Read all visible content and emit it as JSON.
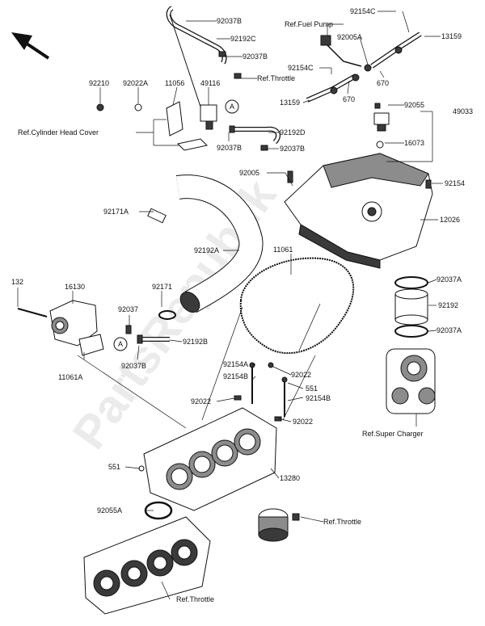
{
  "watermark": "PartsRepublik",
  "labels": {
    "p92037B_a": "92037B",
    "p92192C": "92192C",
    "p92037B_b": "92037B",
    "ref_throttle_1": "Ref.Throttle",
    "ref_fuel_pump": "Ref.Fuel Pump",
    "p92154C_a": "92154C",
    "p92005A": "92005A",
    "p13159_a": "13159",
    "p92154C_b": "92154C",
    "p670_a": "670",
    "p670_b": "670",
    "p13159_b": "13159",
    "p92210": "92210",
    "p92022A": "92022A",
    "p11056": "11056",
    "p49116": "49116",
    "ref_cyl_head": "Ref.Cylinder Head Cover",
    "p92037B_c": "92037B",
    "p92192D": "92192D",
    "p92037B_d": "92037B",
    "p92055": "92055",
    "p49033": "49033",
    "p16073": "16073",
    "p92005": "92005",
    "p92154": "92154",
    "p92171A": "92171A",
    "p12026": "12026",
    "p92192A": "92192A",
    "p11061": "11061",
    "p92037A_a": "92037A",
    "p132": "132",
    "p16130": "16130",
    "p92171": "92171",
    "p92192": "92192",
    "p92037": "92037",
    "p92037A_b": "92037A",
    "p92192B": "92192B",
    "p92037B_e": "92037B",
    "p11061A": "11061A",
    "p92154A": "92154A",
    "p92154B_a": "92154B",
    "p92022_a": "92022",
    "p551_a": "551",
    "p92022_b": "92022",
    "p92154B_b": "92154B",
    "p92022_c": "92022",
    "ref_super_charger": "Ref.Super Charger",
    "p551_b": "551",
    "p13280": "13280",
    "p92055A": "92055A",
    "ref_throttle_2": "Ref.Throttle",
    "ref_throttle_3": "Ref.Throttle",
    "callout_a1": "A",
    "callout_a2": "A"
  }
}
